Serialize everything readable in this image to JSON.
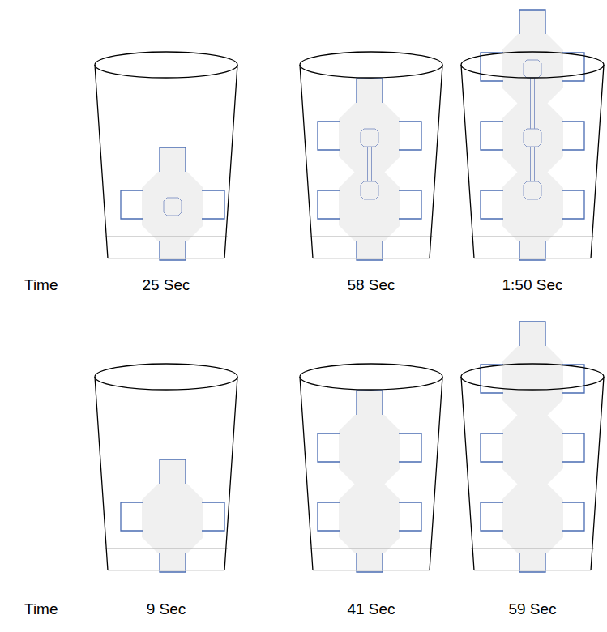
{
  "diagram": {
    "labels": [
      "Time",
      "25 Sec",
      "58 Sec",
      "1:50 Sec",
      "Time",
      "9 Sec",
      "41 Sec",
      "59 Sec"
    ]
  }
}
